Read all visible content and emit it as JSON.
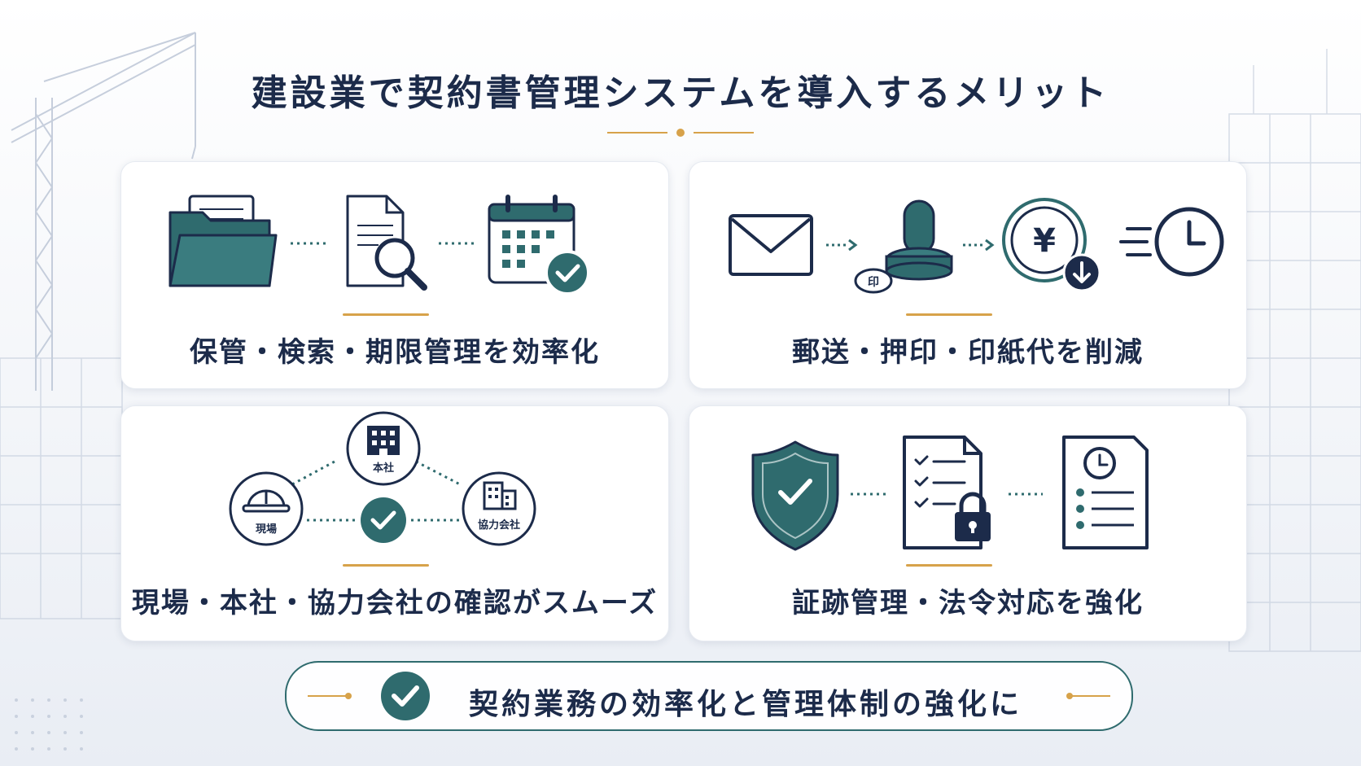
{
  "title": "建設業で契約書管理システムを導入するメリット",
  "colors": {
    "navy": "#1c2b4a",
    "teal": "#2f6b6e",
    "gold": "#d7a24a",
    "background": "#f4f6fa"
  },
  "cards": [
    {
      "label": "保管・検索・期限管理を効率化",
      "icons": [
        "folder-icon",
        "document-search-icon",
        "calendar-check-icon"
      ]
    },
    {
      "label": "郵送・押印・印紙代を削減",
      "icons": [
        "envelope-icon",
        "seal-stamp-icon",
        "yen-down-icon",
        "fast-clock-icon"
      ],
      "seal_text": "印"
    },
    {
      "label": "現場・本社・協力会社の確認がスムーズ",
      "icons": [
        "hardhat-icon",
        "building-icon",
        "check-circle-icon",
        "partner-building-icon"
      ],
      "nodes": {
        "site": "現場",
        "head_office": "本社",
        "partners": "協力会社"
      }
    },
    {
      "label": "証跡管理・法令対応を強化",
      "icons": [
        "shield-check-icon",
        "checklist-lock-icon",
        "clock-document-icon"
      ]
    }
  ],
  "banner": {
    "text": "契約業務の効率化と管理体制の強化に",
    "icon": "check-circle-icon"
  }
}
